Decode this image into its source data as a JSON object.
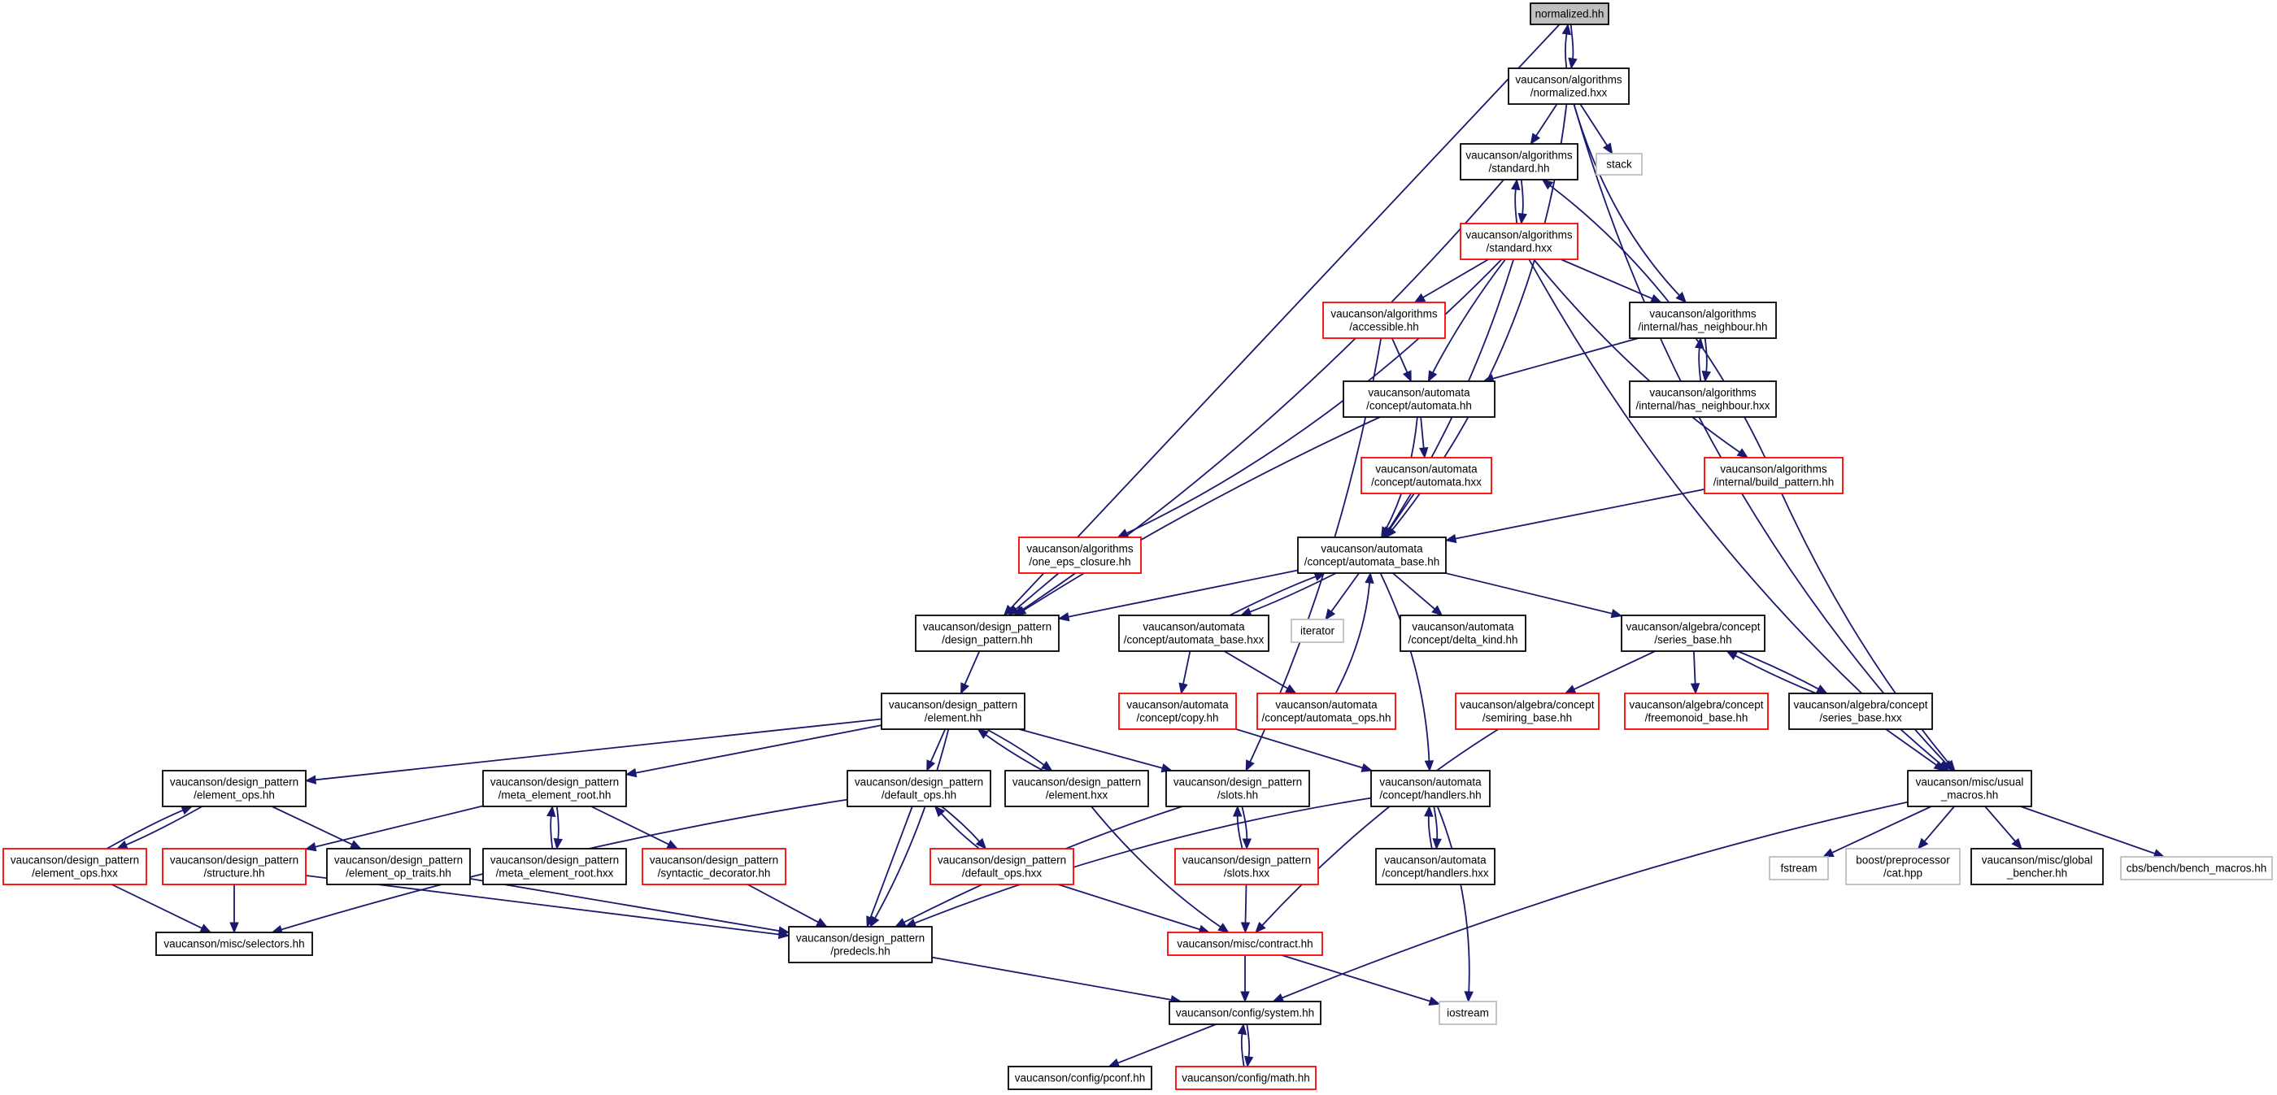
{
  "colors": {
    "edge": "#191970",
    "border_documented": "#000000",
    "border_undocumented": "#ff0000",
    "border_external": "#bfbfbf",
    "root_fill": "#bfbfbf",
    "node_fill": "#ffffff"
  },
  "nodes": [
    {
      "id": "normalized_hh",
      "label": "normalized.hh",
      "style": "root"
    },
    {
      "id": "alg_normalized_hxx",
      "label": "vaucanson/algorithms\n/normalized.hxx",
      "style": "documented"
    },
    {
      "id": "alg_standard_hh",
      "label": "vaucanson/algorithms\n/standard.hh",
      "style": "documented"
    },
    {
      "id": "stack",
      "label": "stack",
      "style": "external"
    },
    {
      "id": "alg_standard_hxx",
      "label": "vaucanson/algorithms\n/standard.hxx",
      "style": "undocumented"
    },
    {
      "id": "alg_accessible_hh",
      "label": "vaucanson/algorithms\n/accessible.hh",
      "style": "undocumented"
    },
    {
      "id": "has_neighbour_hh",
      "label": "vaucanson/algorithms\n/internal/has_neighbour.hh",
      "style": "documented"
    },
    {
      "id": "has_neighbour_hxx",
      "label": "vaucanson/algorithms\n/internal/has_neighbour.hxx",
      "style": "documented"
    },
    {
      "id": "concept_automata_hh",
      "label": "vaucanson/automata\n/concept/automata.hh",
      "style": "documented"
    },
    {
      "id": "concept_automata_hxx",
      "label": "vaucanson/automata\n/concept/automata.hxx",
      "style": "undocumented"
    },
    {
      "id": "build_pattern_hh",
      "label": "vaucanson/algorithms\n/internal/build_pattern.hh",
      "style": "undocumented"
    },
    {
      "id": "one_eps_closure_hh",
      "label": "vaucanson/algorithms\n/one_eps_closure.hh",
      "style": "undocumented"
    },
    {
      "id": "automata_base_hh",
      "label": "vaucanson/automata\n/concept/automata_base.hh",
      "style": "documented"
    },
    {
      "id": "design_pattern_hh",
      "label": "vaucanson/design_pattern\n/design_pattern.hh",
      "style": "documented"
    },
    {
      "id": "automata_base_hxx",
      "label": "vaucanson/automata\n/concept/automata_base.hxx",
      "style": "documented"
    },
    {
      "id": "iterator",
      "label": "iterator",
      "style": "external"
    },
    {
      "id": "delta_kind_hh",
      "label": "vaucanson/automata\n/concept/delta_kind.hh",
      "style": "documented"
    },
    {
      "id": "series_base_hh",
      "label": "vaucanson/algebra/concept\n/series_base.hh",
      "style": "documented"
    },
    {
      "id": "element_hh",
      "label": "vaucanson/design_pattern\n/element.hh",
      "style": "documented"
    },
    {
      "id": "copy_hh",
      "label": "vaucanson/automata\n/concept/copy.hh",
      "style": "undocumented"
    },
    {
      "id": "automata_ops_hh",
      "label": "vaucanson/automata\n/concept/automata_ops.hh",
      "style": "undocumented"
    },
    {
      "id": "semiring_base_hh",
      "label": "vaucanson/algebra/concept\n/semiring_base.hh",
      "style": "undocumented"
    },
    {
      "id": "freemonoid_base_hh",
      "label": "vaucanson/algebra/concept\n/freemonoid_base.hh",
      "style": "undocumented"
    },
    {
      "id": "series_base_hxx",
      "label": "vaucanson/algebra/concept\n/series_base.hxx",
      "style": "documented"
    },
    {
      "id": "element_ops_hh",
      "label": "vaucanson/design_pattern\n/element_ops.hh",
      "style": "documented"
    },
    {
      "id": "meta_element_root_hh",
      "label": "vaucanson/design_pattern\n/meta_element_root.hh",
      "style": "documented"
    },
    {
      "id": "default_ops_hh",
      "label": "vaucanson/design_pattern\n/default_ops.hh",
      "style": "documented"
    },
    {
      "id": "element_hxx",
      "label": "vaucanson/design_pattern\n/element.hxx",
      "style": "documented"
    },
    {
      "id": "slots_hh",
      "label": "vaucanson/design_pattern\n/slots.hh",
      "style": "documented"
    },
    {
      "id": "handlers_hh",
      "label": "vaucanson/automata\n/concept/handlers.hh",
      "style": "documented"
    },
    {
      "id": "usual_macros_hh",
      "label": "vaucanson/misc/usual\n_macros.hh",
      "style": "documented"
    },
    {
      "id": "element_ops_hxx",
      "label": "vaucanson/design_pattern\n/element_ops.hxx",
      "style": "undocumented"
    },
    {
      "id": "structure_hh",
      "label": "vaucanson/design_pattern\n/structure.hh",
      "style": "undocumented"
    },
    {
      "id": "element_op_traits_hh",
      "label": "vaucanson/design_pattern\n/element_op_traits.hh",
      "style": "documented"
    },
    {
      "id": "meta_element_root_hxx",
      "label": "vaucanson/design_pattern\n/meta_element_root.hxx",
      "style": "documented"
    },
    {
      "id": "syntactic_decorator_hh",
      "label": "vaucanson/design_pattern\n/syntactic_decorator.hh",
      "style": "undocumented"
    },
    {
      "id": "default_ops_hxx",
      "label": "vaucanson/design_pattern\n/default_ops.hxx",
      "style": "undocumented"
    },
    {
      "id": "slots_hxx",
      "label": "vaucanson/design_pattern\n/slots.hxx",
      "style": "undocumented"
    },
    {
      "id": "handlers_hxx",
      "label": "vaucanson/automata\n/concept/handlers.hxx",
      "style": "documented"
    },
    {
      "id": "fstream",
      "label": "fstream",
      "style": "external"
    },
    {
      "id": "boost_cat",
      "label": "boost/preprocessor\n/cat.hpp",
      "style": "external"
    },
    {
      "id": "global_bencher_hh",
      "label": "vaucanson/misc/global\n_bencher.hh",
      "style": "documented"
    },
    {
      "id": "bench_macros_hh",
      "label": "cbs/bench/bench_macros.hh",
      "style": "external"
    },
    {
      "id": "selectors_hh",
      "label": "vaucanson/misc/selectors.hh",
      "style": "documented"
    },
    {
      "id": "predecls_hh",
      "label": "vaucanson/design_pattern\n/predecls.hh",
      "style": "documented"
    },
    {
      "id": "contract_hh",
      "label": "vaucanson/misc/contract.hh",
      "style": "undocumented"
    },
    {
      "id": "system_hh",
      "label": "vaucanson/config/system.hh",
      "style": "documented"
    },
    {
      "id": "iostream",
      "label": "iostream",
      "style": "external"
    },
    {
      "id": "pconf_hh",
      "label": "vaucanson/config/pconf.hh",
      "style": "documented"
    },
    {
      "id": "math_hh",
      "label": "vaucanson/config/math.hh",
      "style": "undocumented"
    }
  ]
}
